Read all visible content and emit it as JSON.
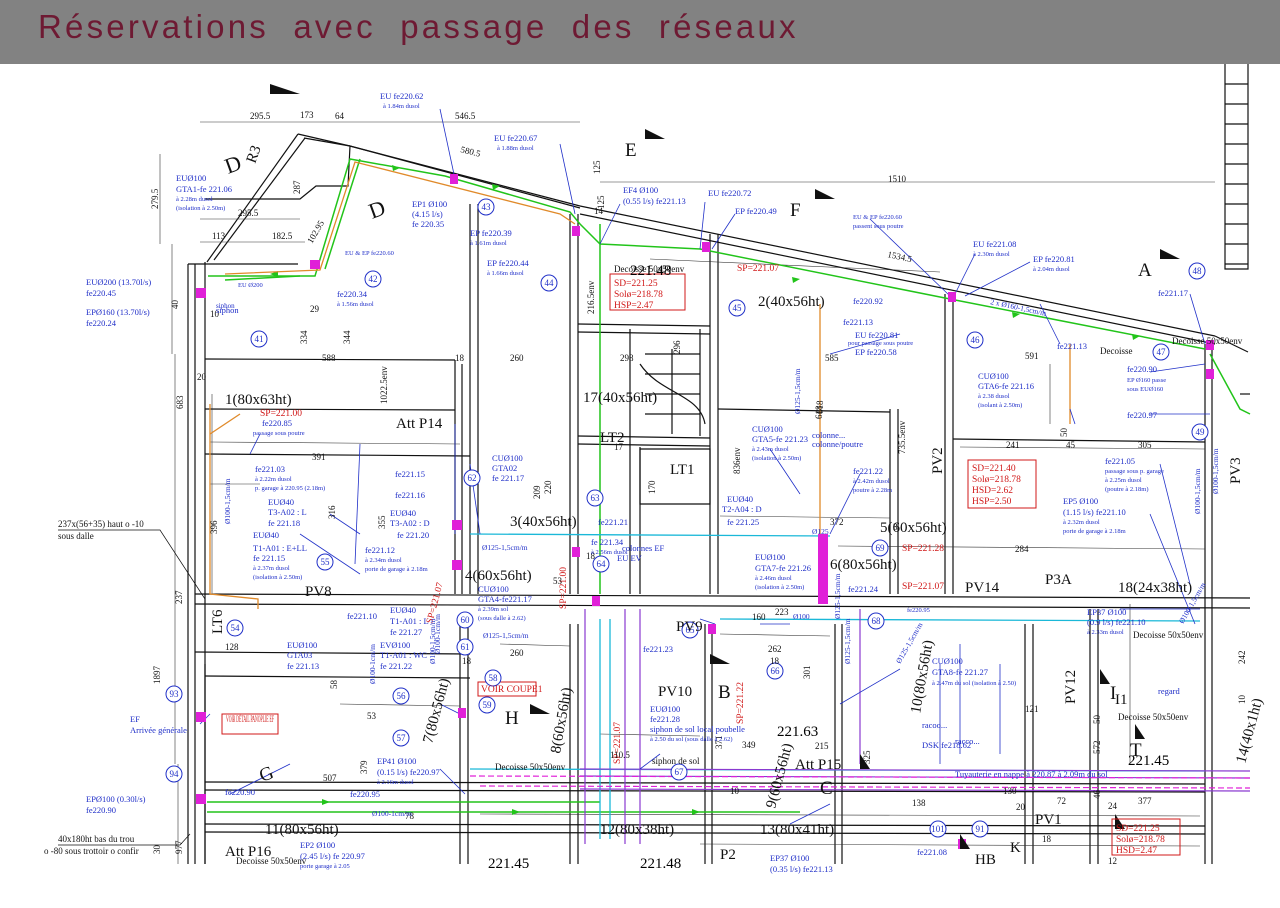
{
  "header": {
    "title": "Réservations avec passage des réseaux"
  },
  "plan": {
    "colors": {
      "header_bg": "#828282",
      "title": "#6e1a33",
      "annotation": "#1f2ec8",
      "pipe_green": "#22c41a",
      "reservation": "#e020d8",
      "elevation": "#d01818"
    },
    "blue_labels": [
      "EU fe220.62",
      "à 1.84m dusol",
      "EU fe220.67",
      "à 1.88m dusol",
      "EF4 Ø100",
      "(0.55 l/s) fe221.13",
      "EU fe220.72",
      "EP fe220.49",
      "EUØ100",
      "GTA1-fe 221.06",
      "à 2.28m dusol",
      "(isolation à 2.50m)",
      "EP1 Ø100",
      "(4.15 l/s)",
      "fe 220.35",
      "EP fe220.39",
      "à 1.61m dusol",
      "EP fe220.44",
      "à 1.66m dusol",
      "EU & EP fe220.60",
      "EU Ø200",
      "EUØ200 (13.70l/s)",
      "fe220.45",
      "EPØ160 (13.70l/s)",
      "fe220.24",
      "fe220.34",
      "à 1.56m dusol",
      "siphon",
      "EU & EP fe220.60",
      "passent sous poutre",
      "EU fe221.08",
      "à 2.30m dusol",
      "EP fe220.81",
      "à 2.04m dusol",
      "fe221.17",
      "fe220.92",
      "fe221.13",
      "EU fe220.81",
      "pour passage sous poutre",
      "EP fe220.58",
      "fe221.13",
      "fe220.90",
      "EP Ø160 passe",
      "sous EUØ160",
      "fe220.97",
      "fe220.85",
      "passage sous poutre",
      "CUØ100",
      "GTA6-fe 221.16",
      "à 2.38 dusol",
      "(isolant à 2.50m)",
      "fe221.03",
      "à 2.22m dusol",
      "p. garage à 220.95 (2.18m)",
      "EUØ40",
      "T3-A02 : L",
      "fe 221.18",
      "fe221.15",
      "fe221.16",
      "EUØ40",
      "T3-A02 : D",
      "fe 221.20",
      "CUØ100",
      "GTA02",
      "fe 221.17",
      "CUØ100",
      "GTA5-fe 221.23",
      "à 2.43m dusol",
      "(isolation à 2.50m)",
      "fe221.22",
      "à 2.42m dusol",
      "poutre à 2.28m",
      "fe221.05",
      "passage sous p. garage",
      "à 2.25m dusol",
      "(poutre à 2.18m)",
      "EP5 Ø100",
      "(1.15 l/s) fe221.10",
      "à 2.32m dusol",
      "porte de garage à 2.18m",
      "EUØ40",
      "T1-A01 : E+LL",
      "fe 221.15",
      "à 2.37m dusol",
      "(isolation à 2.50m)",
      "fe221.12",
      "à 2.34m dusol",
      "porte de garage à 2.18m",
      "EUØ40",
      "T2-A04 : D",
      "fe 221.25",
      "fe221.21",
      "fe 221.34",
      "à 2.56m dusol",
      "EUØ100",
      "GTA7-fe 221.26",
      "à 2.46m dusol",
      "(isolation à 2.50m)",
      "fe221.10",
      "EUØ40",
      "T1-A01 : L",
      "fe 221.27",
      "EUØ100",
      "GTA03",
      "fe 221.13",
      "EVØ100",
      "T1-A01 : WC",
      "fe 221.22",
      "CUØ100",
      "GTA4-fe221.17",
      "à 2.39m sol",
      "(sous dalle à 2.62)",
      "fe221.24",
      "fe221.23",
      "fe220.95",
      "EUØ100",
      "fe221.28",
      "siphon de sol local poubelle",
      "à 2.50 du sol (sous dalle à 2.62)",
      "CUØ100",
      "GTA8-fe 221.27",
      "à 2.47m du sol (isolation à 2.50)",
      "EP37 Ø100",
      "(0.9 l/s) fe221.10",
      "à 2.33m dusol",
      "EF",
      "Arrivée générale",
      "EPØ100 (0.30l/s)",
      "fe220.90",
      "fe220.90",
      "EP41 Ø100",
      "(0.15 l/s) fe220.97",
      "à 2.16m dusol",
      "fe220.95",
      "EP2 Ø100",
      "(2.45 l/s) fe 220.97",
      "porte garage à 2.05",
      "EP37 Ø100",
      "(0.35 l/s) fe221.13",
      "fe221.08",
      "Tuyauterie en nappe à 220.87 à 2.09m du sol",
      "Ø100-1,5cm/m",
      "Ø125-1,5cm/m",
      "Ø100-1cm/m",
      "Ø125-1,5cm/m",
      "2 x Ø160-1,5cm/m",
      "Ø100-1,5cm/m",
      "Ø100-1,5cm/m",
      "Ø125-1,5cm/m",
      "Ø100",
      "Ø125",
      "Ø125-1,5cm/m",
      "Ø100-1cm/m",
      "Ø125-1,5cm/m",
      "Ø100-1cm/m",
      "Ø100-1,5cm/m",
      "Ø125-1,5cm/m",
      "Ø100-1,5cm/m"
    ],
    "black_labels": [
      "295.5",
      "173",
      "64",
      "546.5",
      "580.5",
      "279.5",
      "295.5",
      "113",
      "182.5",
      "102.95",
      "287",
      "1510",
      "1534.5",
      "125",
      "14",
      "216.5env",
      "10",
      "40",
      "29",
      "334",
      "344",
      "588",
      "260",
      "18",
      "298",
      "1022.5env",
      "683",
      "396",
      "20",
      "391",
      "316",
      "355",
      "209",
      "220",
      "170",
      "296",
      "17",
      "260",
      "585",
      "618",
      "735.5env",
      "591",
      "241",
      "305",
      "45",
      "50",
      "618",
      "836env",
      "372",
      "3",
      "284",
      "237",
      "1897",
      "128",
      "53",
      "58",
      "78",
      "507",
      "379",
      "262",
      "301",
      "223",
      "160",
      "121",
      "215",
      "371",
      "349",
      "325",
      "138",
      "377",
      "130",
      "72",
      "24",
      "46",
      "20",
      "110.5",
      "18",
      "18",
      "53",
      "10",
      "18",
      "977",
      "30",
      "12",
      "18",
      "125",
      "50",
      "572",
      "242",
      "10",
      "Decoisse 50x50env",
      "Decoisse 50x50env",
      "Decoisse 50x50env",
      "Decoisse 50x50env",
      "Decoisse 50x50env",
      "Decoisse 50x50env",
      "siphon de sol",
      "Decoisse"
    ],
    "room_labels": [
      "R3",
      "D",
      "D",
      "1(80x63ht)",
      "Att P14",
      "17(40x56ht)",
      "2(40x56ht)",
      "LT2",
      "LT1",
      "3(40x56ht)",
      "5(60x56ht)",
      "4(60x56ht)",
      "6(80x56ht)",
      "PV2",
      "PV3",
      "PV8",
      "PV14",
      "P3A",
      "18(24x38ht)",
      "PV9",
      "PV10",
      "7(80x56ht)",
      "8(60x56ht)",
      "9(60x56ht)",
      "10(80x56ht)",
      "PV12",
      "PV1",
      "11(80x56ht)",
      "12(80x38ht)",
      "13(80x41ht)",
      "Att P16",
      "Att P15",
      "LT6",
      "P2",
      "H",
      "G",
      "B",
      "E",
      "F",
      "A",
      "I",
      "I1",
      "T",
      "HB",
      "K",
      "C",
      "14(40x1ht)"
    ],
    "elevations": [
      "221.48",
      "221.63",
      "221.45",
      "221.45",
      "221.48"
    ],
    "level_boxes": [
      [
        "SD=221.25",
        "Solø=218.78",
        "HSP=2.47"
      ],
      [
        "SD=221.40",
        "Solø=218.78",
        "HSD=2.62",
        "HSP=2.50"
      ],
      [
        "SD=221.25",
        "Solø=218.78",
        "HSD=2.47"
      ]
    ],
    "red_labels": [
      "SP=221.07",
      "SP=221.00",
      "SP=221.28",
      "SP=221.07",
      "SP=221.07",
      "SP=221.07",
      "SP=221.22",
      "SP=221.00"
    ],
    "red_boxes": [
      "VOIR DÉTAIL PANOPLIE EF",
      "VOIR COUPE1"
    ],
    "plain_notes": [
      "237x(56+35) haut o -10",
      "sous dalle",
      "40x180ht bas du trou",
      "o -80 sous trottoir o confir"
    ],
    "bubble_numbers": [
      "41",
      "42",
      "43",
      "44",
      "45",
      "46",
      "47",
      "48",
      "49",
      "54",
      "55",
      "56",
      "57",
      "58",
      "59",
      "60",
      "61",
      "62",
      "63",
      "64",
      "65",
      "66",
      "67",
      "68",
      "69",
      "91",
      "93",
      "94",
      "101"
    ],
    "small_blue_notes": [
      "siphon",
      "colonne...",
      "colonnes EF",
      "EU EV",
      "colonne/poutre",
      "regard",
      "racoo...",
      "DSK fe218.62",
      "racco..."
    ]
  }
}
